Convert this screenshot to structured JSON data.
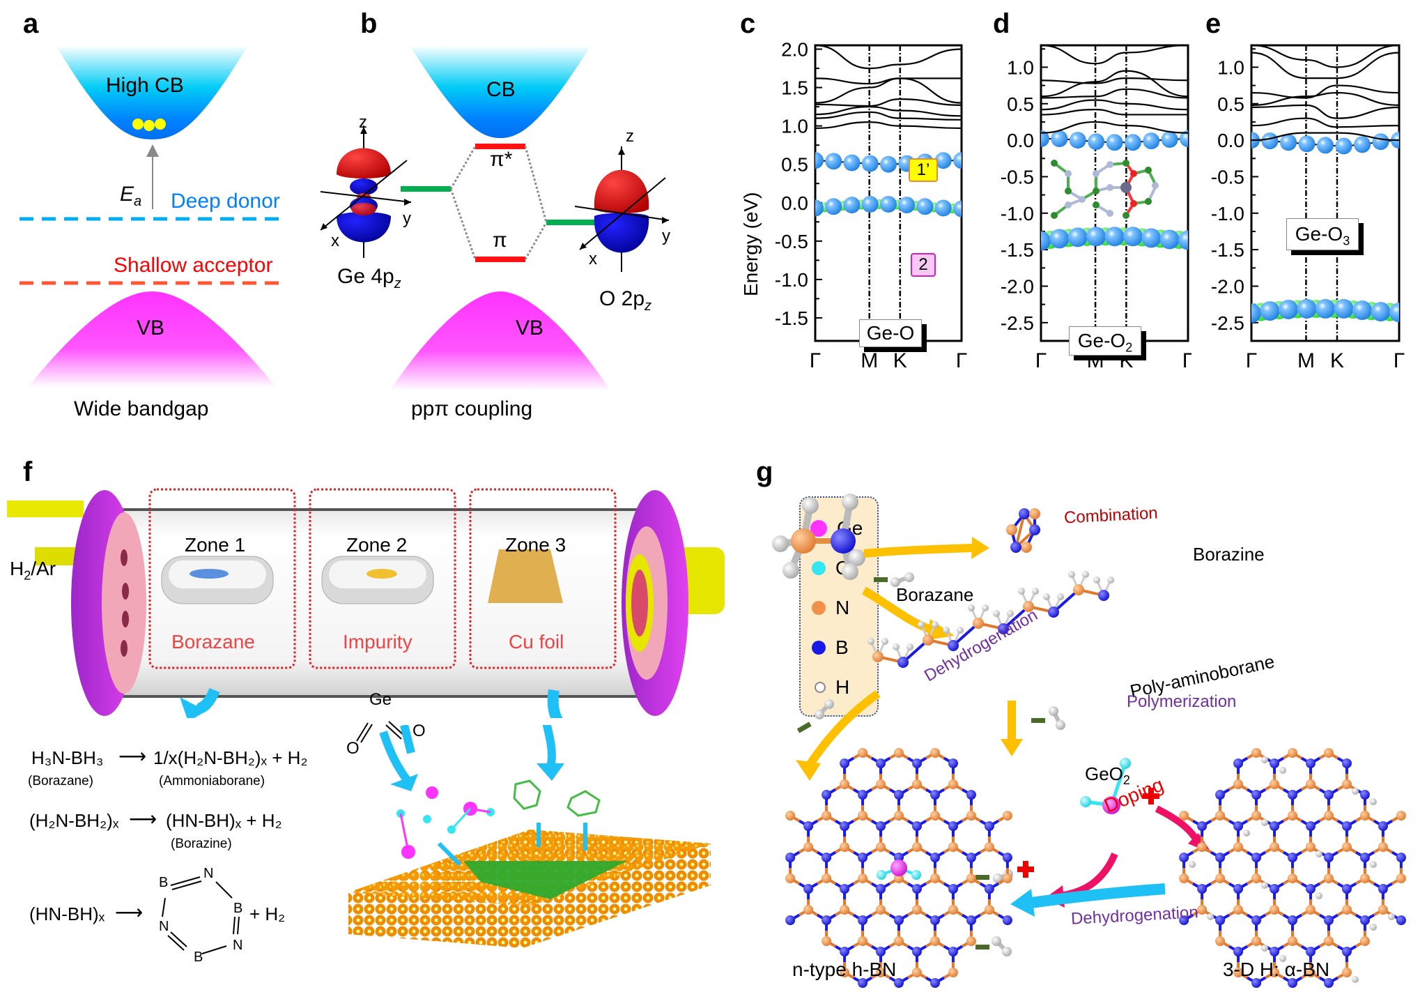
{
  "panels": {
    "a": {
      "label": "a",
      "cb_label": "High CB",
      "ea_label": "E",
      "ea_sub": "a",
      "deep_donor": "Deep donor",
      "shallow_acceptor": "Shallow acceptor",
      "vb_label": "VB",
      "caption": "Wide bandgap",
      "colors": {
        "donor": "#00aeef",
        "acceptor": "#ff5533",
        "cb": "#0080ff",
        "vb": "#ff33ff",
        "electron": "#ffff00"
      }
    },
    "b": {
      "label": "b",
      "cb_label": "CB",
      "vb_label": "VB",
      "pi_star": "π*",
      "pi": "π",
      "ge_orbital": "Ge 4p",
      "ge_sub": "z",
      "o_orbital": "O 2p",
      "o_sub": "z",
      "axis_x": "x",
      "axis_y": "y",
      "axis_z": "z",
      "caption": "ppπ coupling"
    },
    "c": {
      "label": "c",
      "box": "Ge-O",
      "tag1": "1’",
      "tag2": "2"
    },
    "d": {
      "label": "d",
      "box": "Ge-O",
      "box_sub": "2"
    },
    "e": {
      "label": "e",
      "box": "Ge-O",
      "box_sub": "3"
    },
    "f": {
      "label": "f",
      "gas": "H",
      "gas_sub": "2",
      "gas_rest": "/Ar",
      "zones": [
        {
          "title": "Zone 1",
          "material": "Borazane"
        },
        {
          "title": "Zone 2",
          "material": "Impurity"
        },
        {
          "title": "Zone 3",
          "material": "Cu foil"
        }
      ],
      "geo2_ge": "Ge",
      "geo2_o": "O",
      "reactions": [
        {
          "lhs": "H₃N-BH₃",
          "lhs_note": "(Borazane)",
          "rhs": "1/x(H₂N-BH₂)ₓ + H₂",
          "rhs_note": "(Ammoniaborane)"
        },
        {
          "lhs": "(H₂N-BH₂)ₓ",
          "lhs_note": "",
          "rhs": "(HN-BH)ₓ + H₂",
          "rhs_note": "(Borazine)"
        },
        {
          "lhs": "(HN-BH)ₓ",
          "lhs_note": "",
          "rhs": "+ H₂",
          "rhs_note": ""
        }
      ],
      "ring_atoms": [
        "B",
        "N",
        "B",
        "N",
        "B",
        "N"
      ]
    },
    "g": {
      "label": "g",
      "legend": [
        {
          "symbol": "Ge",
          "color": "#ff33ff"
        },
        {
          "symbol": "O",
          "color": "#33e6f0"
        },
        {
          "symbol": "N",
          "color": "#f0904a"
        },
        {
          "symbol": "B",
          "color": "#1a1ae6"
        },
        {
          "symbol": "H",
          "color": "#ffffff"
        }
      ],
      "borazane": "Borazane",
      "borazine": "Borazine",
      "polyaminoborane": "Poly-aminoborane",
      "combination": "Combination",
      "dehydrogenation_1": "Dehydrogenation",
      "polymerization": "Polymerization",
      "geo2": "GeO",
      "geo2_sub": "2",
      "doping": "Doping",
      "dehydrogenation_2": "Dehydrogenation",
      "ntype": "n-type h-BN",
      "alpha": "3-D H: α-BN",
      "minus": "−",
      "plus": "+"
    }
  },
  "chart_data": [
    {
      "type": "line",
      "panel": "c",
      "title": "Ge-O",
      "ylabel": "Energy (eV)",
      "xlabel": "",
      "x_ticks": [
        "Γ",
        "M",
        "K",
        "Γ"
      ],
      "x_positions": [
        0,
        0.37,
        0.58,
        1
      ],
      "ylim": [
        -1.8,
        2.05
      ],
      "y_ticks": [
        2.0,
        1.5,
        1.0,
        0.5,
        0.0,
        -0.5,
        -1.0,
        -1.5
      ],
      "grid": false,
      "annotations": [
        "1’",
        "2"
      ],
      "series": [
        {
          "name": "defect band 1’",
          "kind": "projected",
          "x": [
            0,
            0.125,
            0.25,
            0.375,
            0.5,
            0.625,
            0.75,
            0.875,
            1
          ],
          "values": [
            0.55,
            0.54,
            0.52,
            0.51,
            0.5,
            0.51,
            0.53,
            0.55,
            0.55
          ]
        },
        {
          "name": "defect band 2",
          "kind": "projected",
          "x": [
            0,
            0.125,
            0.25,
            0.375,
            0.5,
            0.625,
            0.75,
            0.875,
            1
          ],
          "values": [
            -0.07,
            -0.05,
            -0.03,
            -0.02,
            -0.02,
            -0.03,
            -0.05,
            -0.07,
            -0.08
          ]
        },
        {
          "name": "CB1",
          "x": [
            0,
            0.37,
            0.58,
            1
          ],
          "values": [
            0.97,
            1.05,
            1.0,
            0.97
          ]
        },
        {
          "name": "CB2",
          "x": [
            0,
            0.37,
            0.58,
            1
          ],
          "values": [
            1.1,
            1.18,
            1.1,
            1.08
          ]
        },
        {
          "name": "CB3",
          "x": [
            0,
            0.37,
            0.58,
            1
          ],
          "values": [
            1.15,
            1.25,
            1.2,
            1.13
          ]
        },
        {
          "name": "CB4",
          "x": [
            0,
            0.37,
            0.58,
            1
          ],
          "values": [
            1.28,
            1.26,
            1.35,
            1.27
          ]
        },
        {
          "name": "CB5",
          "x": [
            0,
            0.37,
            0.58,
            1
          ],
          "values": [
            1.3,
            1.5,
            1.62,
            1.3
          ]
        },
        {
          "name": "CB6",
          "x": [
            0,
            0.37,
            0.58,
            1
          ],
          "values": [
            1.62,
            1.55,
            1.62,
            1.62
          ]
        },
        {
          "name": "CB7",
          "x": [
            0,
            0.37,
            0.58,
            1
          ],
          "values": [
            2.05,
            1.75,
            1.8,
            2.0
          ]
        }
      ]
    },
    {
      "type": "line",
      "panel": "d",
      "title": "Ge-O₂",
      "ylabel": "",
      "x_ticks": [
        "Γ",
        "M",
        "K",
        "Γ"
      ],
      "x_positions": [
        0,
        0.37,
        0.58,
        1
      ],
      "ylim": [
        -2.75,
        1.3
      ],
      "y_ticks": [
        1.0,
        0.5,
        0.0,
        -0.5,
        -1.0,
        -1.5,
        -2.0,
        -2.5
      ],
      "grid": false,
      "inset": "atomic structure (Ge with two O in h-BN lattice)",
      "series": [
        {
          "name": "defect band 0",
          "kind": "projected",
          "x": [
            0,
            0.125,
            0.25,
            0.375,
            0.5,
            0.625,
            0.75,
            0.875,
            1
          ],
          "values": [
            0.02,
            0.02,
            0.0,
            -0.02,
            -0.03,
            -0.03,
            -0.01,
            0.01,
            0.02
          ]
        },
        {
          "name": "defect band -1.35",
          "kind": "projected",
          "x": [
            0,
            0.125,
            0.25,
            0.375,
            0.5,
            0.625,
            0.75,
            0.875,
            1
          ],
          "values": [
            -1.38,
            -1.35,
            -1.33,
            -1.32,
            -1.32,
            -1.32,
            -1.34,
            -1.36,
            -1.37
          ]
        },
        {
          "name": "CB1",
          "x": [
            0,
            0.37,
            0.58,
            1
          ],
          "values": [
            0.1,
            0.25,
            0.2,
            0.1
          ]
        },
        {
          "name": "CB2",
          "x": [
            0,
            0.37,
            0.58,
            1
          ],
          "values": [
            0.35,
            0.42,
            0.35,
            0.35
          ]
        },
        {
          "name": "CB3",
          "x": [
            0,
            0.37,
            0.58,
            1
          ],
          "values": [
            0.42,
            0.55,
            0.5,
            0.42
          ]
        },
        {
          "name": "CB4",
          "x": [
            0,
            0.37,
            0.58,
            1
          ],
          "values": [
            0.58,
            0.6,
            0.7,
            0.58
          ]
        },
        {
          "name": "CB5",
          "x": [
            0,
            0.37,
            0.58,
            1
          ],
          "values": [
            0.6,
            0.8,
            0.95,
            0.6
          ]
        },
        {
          "name": "CB6",
          "x": [
            0,
            0.37,
            0.58,
            1
          ],
          "values": [
            0.82,
            0.78,
            0.85,
            0.82
          ]
        },
        {
          "name": "CB7",
          "x": [
            0,
            0.37,
            0.58,
            1
          ],
          "values": [
            1.3,
            1.05,
            1.2,
            1.3
          ]
        }
      ]
    },
    {
      "type": "line",
      "panel": "e",
      "title": "Ge-O₃",
      "ylabel": "",
      "x_ticks": [
        "Γ",
        "M",
        "K",
        "Γ"
      ],
      "x_positions": [
        0,
        0.37,
        0.58,
        1
      ],
      "ylim": [
        -2.75,
        1.3
      ],
      "y_ticks": [
        1.0,
        0.5,
        0.0,
        -0.5,
        -1.0,
        -1.5,
        -2.0,
        -2.5
      ],
      "grid": false,
      "series": [
        {
          "name": "defect band 0",
          "kind": "projected",
          "x": [
            0,
            0.125,
            0.25,
            0.375,
            0.5,
            0.625,
            0.75,
            0.875,
            1
          ],
          "values": [
            0.0,
            -0.01,
            -0.03,
            -0.05,
            -0.07,
            -0.08,
            -0.06,
            -0.02,
            0.0
          ]
        },
        {
          "name": "defect band -2.35",
          "kind": "projected",
          "x": [
            0,
            0.125,
            0.25,
            0.375,
            0.5,
            0.625,
            0.75,
            0.875,
            1
          ],
          "values": [
            -2.37,
            -2.34,
            -2.32,
            -2.31,
            -2.31,
            -2.31,
            -2.33,
            -2.35,
            -2.36
          ]
        },
        {
          "name": "VB-split",
          "x": [
            0,
            0.37,
            0.58,
            1
          ],
          "values": [
            0.0,
            0.1,
            0.1,
            0.0
          ]
        },
        {
          "name": "CB1",
          "x": [
            0,
            0.37,
            0.58,
            1
          ],
          "values": [
            0.2,
            0.3,
            0.18,
            0.2
          ]
        },
        {
          "name": "CB2",
          "x": [
            0,
            0.37,
            0.58,
            1
          ],
          "values": [
            0.45,
            0.48,
            0.3,
            0.45
          ]
        },
        {
          "name": "CB3",
          "x": [
            0,
            0.37,
            0.58,
            1
          ],
          "values": [
            0.48,
            0.6,
            0.65,
            0.48
          ]
        },
        {
          "name": "CB4",
          "x": [
            0,
            0.37,
            0.58,
            1
          ],
          "values": [
            0.65,
            0.58,
            0.75,
            0.65
          ]
        },
        {
          "name": "CB5",
          "x": [
            0,
            0.37,
            0.58,
            1
          ],
          "values": [
            1.2,
            0.85,
            0.85,
            1.2
          ]
        },
        {
          "name": "CB6",
          "x": [
            0,
            0.37,
            0.58,
            1
          ],
          "values": [
            1.3,
            1.1,
            1.0,
            1.3
          ]
        }
      ]
    }
  ]
}
